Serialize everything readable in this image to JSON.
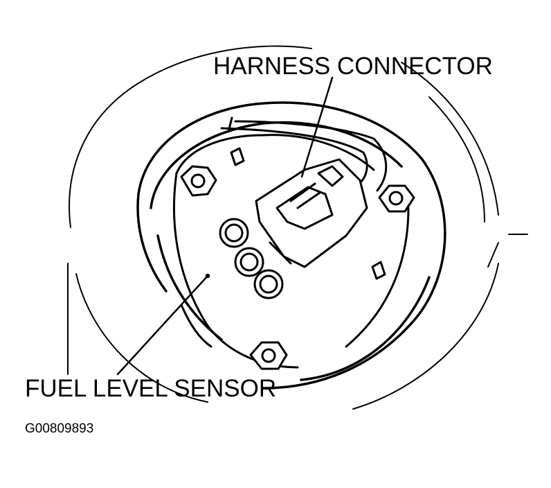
{
  "labels": {
    "harness_connector": "HARNESS CONNECTOR",
    "fuel_level_sensor": "FUEL LEVEL SENSOR",
    "figure_id": "G00809893"
  },
  "colors": {
    "line": "#000000",
    "background": "#ffffff"
  }
}
